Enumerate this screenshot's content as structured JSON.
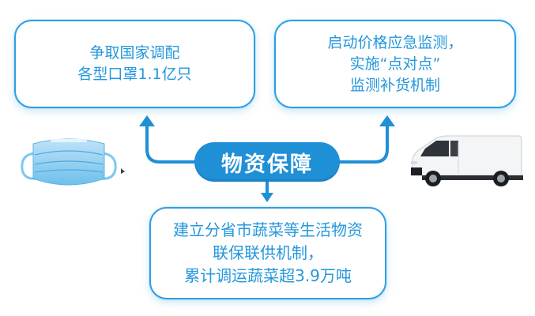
{
  "center": {
    "title": "物资保障"
  },
  "cards": {
    "left": {
      "lines": [
        "争取国家调配",
        "各型口罩1.1亿只"
      ]
    },
    "right": {
      "lines": [
        "启动价格应急监测，",
        "实施“点对点”",
        "监测补货机制"
      ]
    },
    "bottom": {
      "lines": [
        "建立分省市蔬菜等生活物资",
        "联保联供机制，",
        "累计调运蔬菜超3.9万吨"
      ]
    }
  },
  "colors": {
    "accent": "#1f8fd6",
    "text": "#2497dc",
    "card_border": "#2f9fe0"
  },
  "illustrations": {
    "left": "face-mask",
    "right": "white-van"
  }
}
